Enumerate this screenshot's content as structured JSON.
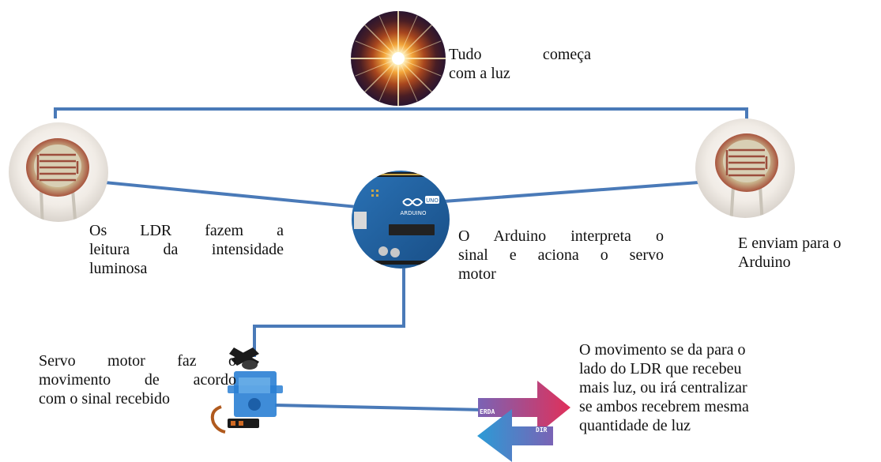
{
  "texts": {
    "light": [
      "Tudo      começa",
      "com a luz"
    ],
    "ldr_left": [
      "Os   LDR   fazem   a",
      "leitura da intensidade",
      "luminosa"
    ],
    "arduino": [
      "O Arduino interpreta o",
      "sinal  e  aciona  o  servo",
      "motor"
    ],
    "ldr_right": [
      "E enviam para o",
      "Arduino"
    ],
    "servo": [
      "Servo   motor   faz   o",
      "movimento de acordo",
      "com o sinal recebido"
    ],
    "movement": [
      "O movimento se da para o",
      "lado do LDR que recebeu",
      "mais luz, ou irá centralizar",
      "se ambos recebrem mesma",
      "quantidade de luz"
    ]
  },
  "arduino_board": {
    "logo_text": "ARDUINO",
    "badge": "UNO"
  },
  "arrow_labels": {
    "left": "ERDA",
    "right": "DIR"
  },
  "colors": {
    "connector": "#4a7ab8",
    "arduino_board": "#1f5d9a",
    "arrow_right": "#d9355a",
    "arrow_left": "#2f8fcf",
    "servo_body": "#2a7fd4"
  }
}
